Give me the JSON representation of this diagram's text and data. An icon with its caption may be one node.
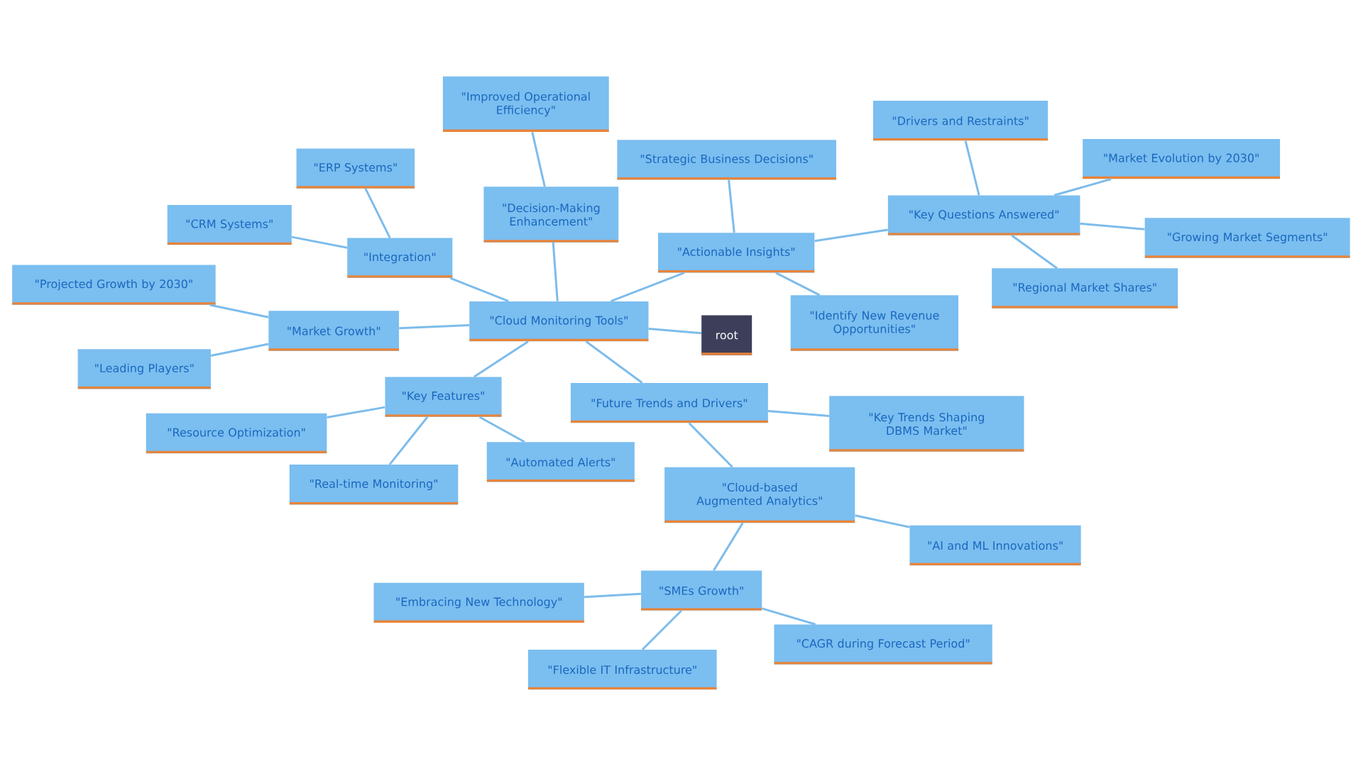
{
  "diagram": {
    "nodes": [
      {
        "text": [
          "root"
        ]
      },
      {
        "text": [
          "\"Cloud Monitoring Tools\""
        ]
      },
      {
        "text": [
          "\"Integration\""
        ]
      },
      {
        "text": [
          "\"ERP Systems\""
        ]
      },
      {
        "text": [
          "\"CRM Systems\""
        ]
      },
      {
        "text": [
          "\"Decision-Making Enhancement\""
        ]
      },
      {
        "text": [
          "\"Improved Operational Efficiency\""
        ]
      },
      {
        "text": [
          "\"Actionable Insights\""
        ]
      },
      {
        "text": [
          "\"Strategic Business Decisions\""
        ]
      },
      {
        "text": [
          "\"Key Questions Answered\""
        ]
      },
      {
        "text": [
          "\"Drivers and Restraints\""
        ]
      },
      {
        "text": [
          "\"Market Evolution by 2030\""
        ]
      },
      {
        "text": [
          "\"Growing Market Segments\""
        ]
      },
      {
        "text": [
          "\"Regional Market Shares\""
        ]
      },
      {
        "text": [
          "\"Identify New Revenue Opportunities\""
        ]
      },
      {
        "text": [
          "\"Market Growth\""
        ]
      },
      {
        "text": [
          "\"Projected Growth by 2030\""
        ]
      },
      {
        "text": [
          "\"Leading Players\""
        ]
      },
      {
        "text": [
          "\"Key Features\""
        ]
      },
      {
        "text": [
          "\"Resource Optimization\""
        ]
      },
      {
        "text": [
          "\"Real-time Monitoring\""
        ]
      },
      {
        "text": [
          "\"Automated Alerts\""
        ]
      },
      {
        "text": [
          "\"Future Trends and Drivers\""
        ]
      },
      {
        "text": [
          "\"Key Trends Shaping DBMS Market\""
        ]
      },
      {
        "text": [
          "\"Cloud-based Augmented Analytics\""
        ]
      },
      {
        "text": [
          "\"AI and ML Innovations\""
        ]
      },
      {
        "text": [
          "\"SMEs Growth\""
        ]
      },
      {
        "text": [
          "\"Embracing New Technology\""
        ]
      },
      {
        "text": [
          "\"Flexible IT Infrastructure\""
        ]
      },
      {
        "text": [
          "\"CAGR during Forecast Period\""
        ]
      }
    ],
    "edges": [
      {
        "from": 0,
        "to": 1,
        "arrow": "none"
      },
      {
        "from": 1,
        "to": 2,
        "arrow": "none"
      },
      {
        "from": 2,
        "to": 3,
        "arrow": "none"
      },
      {
        "from": 2,
        "to": 4,
        "arrow": "none"
      },
      {
        "from": 1,
        "to": 5,
        "arrow": "none"
      },
      {
        "from": 5,
        "to": 6,
        "arrow": "none"
      },
      {
        "from": 1,
        "to": 7,
        "arrow": "none"
      },
      {
        "from": 7,
        "to": 8,
        "arrow": "none"
      },
      {
        "from": 7,
        "to": 9,
        "arrow": "none"
      },
      {
        "from": 9,
        "to": 10,
        "arrow": "none"
      },
      {
        "from": 9,
        "to": 11,
        "arrow": "none"
      },
      {
        "from": 9,
        "to": 12,
        "arrow": "none"
      },
      {
        "from": 9,
        "to": 13,
        "arrow": "none"
      },
      {
        "from": 7,
        "to": 14,
        "arrow": "none"
      },
      {
        "from": 1,
        "to": 15,
        "arrow": "none"
      },
      {
        "from": 15,
        "to": 16,
        "arrow": "none"
      },
      {
        "from": 15,
        "to": 17,
        "arrow": "none"
      },
      {
        "from": 1,
        "to": 18,
        "arrow": "none"
      },
      {
        "from": 18,
        "to": 19,
        "arrow": "none"
      },
      {
        "from": 18,
        "to": 20,
        "arrow": "none"
      },
      {
        "from": 18,
        "to": 21,
        "arrow": "none"
      },
      {
        "from": 1,
        "to": 22,
        "arrow": "none"
      },
      {
        "from": 22,
        "to": 23,
        "arrow": "none"
      },
      {
        "from": 22,
        "to": 24,
        "arrow": "none"
      },
      {
        "from": 24,
        "to": 25,
        "arrow": "none"
      },
      {
        "from": 24,
        "to": 26,
        "arrow": "none"
      },
      {
        "from": 26,
        "to": 27,
        "arrow": "none"
      },
      {
        "from": 26,
        "to": 28,
        "arrow": "none"
      },
      {
        "from": 26,
        "to": 29,
        "arrow": "none"
      }
    ]
  }
}
